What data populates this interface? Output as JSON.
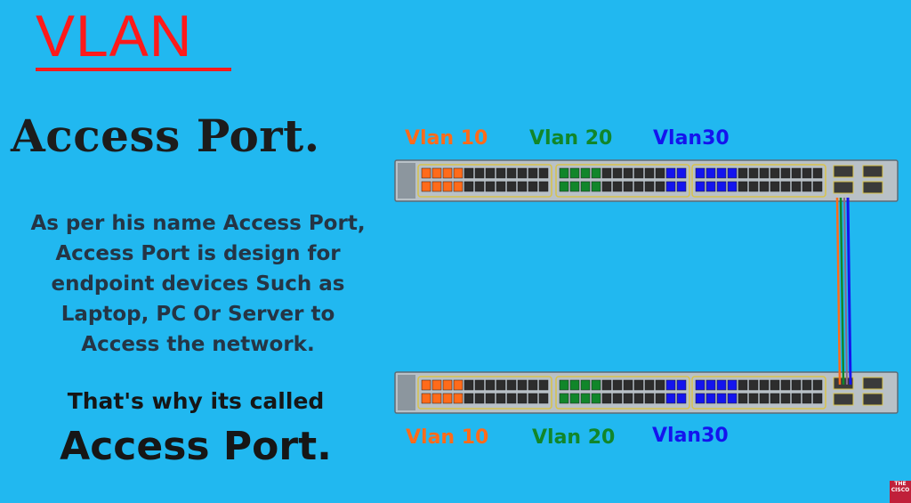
{
  "title": "VLAN",
  "heading": "Access Port.",
  "description_lines": [
    "As per his name Access Port,",
    "Access Port is design for",
    "endpoint devices Such as",
    "Laptop, PC Or Server to",
    "Access the network."
  ],
  "why_text": "That's why its called",
  "access_port_text": "Access Port.",
  "top_switch_labels": {
    "vlan10": "Vlan 10",
    "vlan20": "Vlan 20",
    "vlan30": "Vlan30"
  },
  "bottom_switch_labels": {
    "vlan10": "Vlan 10",
    "vlan20": "Vlan 20",
    "vlan30": "Vlan30"
  },
  "colors": {
    "background": "#21b8f0",
    "title": "#ff1a1a",
    "vlan10": "#ff6b1a",
    "vlan20": "#11862a",
    "vlan30": "#1414ee"
  },
  "logo_text": "THE CISCO"
}
